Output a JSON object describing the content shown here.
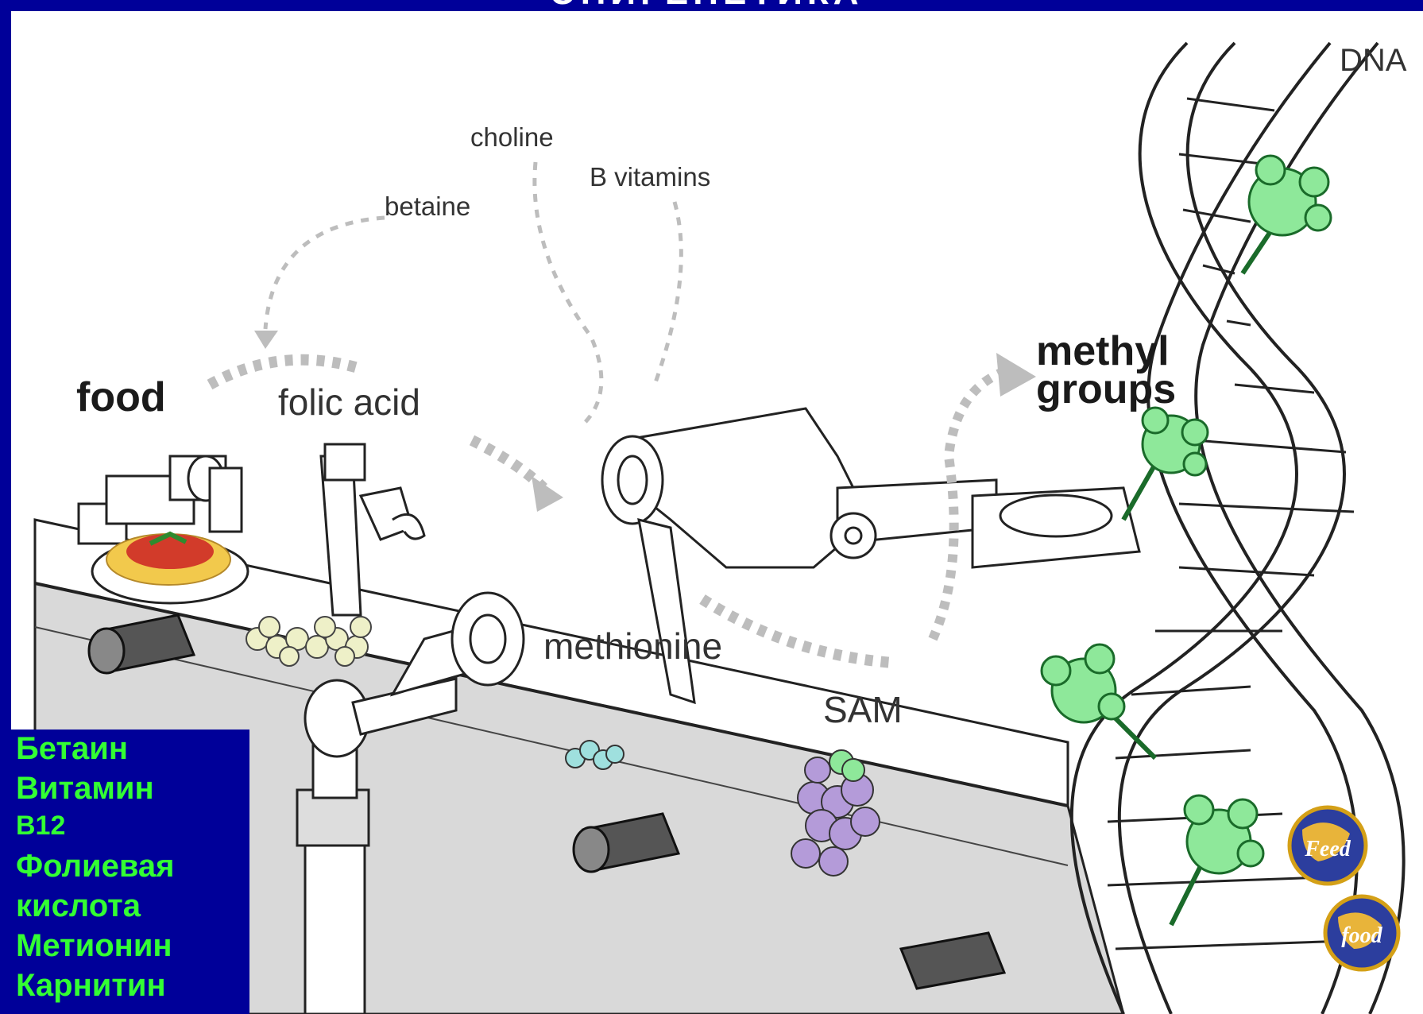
{
  "slide": {
    "title_partial": "ЭПИГЕНЕТИКА",
    "colors": {
      "background": "#000099",
      "box_text": "#33ff33",
      "methyl": "#8ee89a",
      "sam": "#b49bd9",
      "methionine": "#9fe0de",
      "folic": "#eef0c8"
    }
  },
  "labels": {
    "dna": "DNA",
    "choline": "choline",
    "b_vitamins": "B vitamins",
    "betaine": "betaine",
    "food": "food",
    "folic_acid": "folic acid",
    "methyl_line1": "methyl",
    "methyl_line2": "groups",
    "methionine": "methionine",
    "sam": "SAM"
  },
  "side_box": {
    "lines": [
      "Бетаин",
      "Витамин",
      "В12",
      "Фолиевая",
      "кислота",
      "Метионин",
      "Карнитин"
    ]
  },
  "badges": {
    "top": {
      "text": "Feed",
      "icon": "globe-icon"
    },
    "bottom": {
      "text": "food",
      "icon": "globe-icon"
    }
  }
}
